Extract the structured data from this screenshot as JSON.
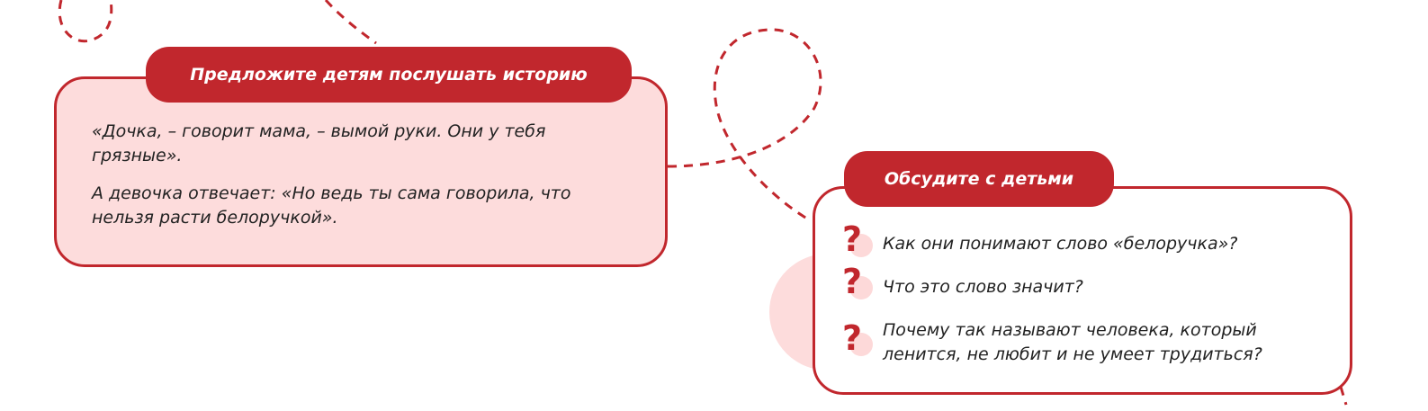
{
  "story": {
    "title": "Предложите детям послушать историю",
    "p1": "«Дочка, – говорит мама, – вымой руки. Они у тебя грязные».",
    "p2": "А девочка отвечает: «Но ведь ты сама говорила, что нельзя расти белоручкой»."
  },
  "discuss": {
    "title": "Обсудите с детьми",
    "questions": [
      "Как они понимают слово «белоручка»?",
      "Что это слово значит?",
      "Почему так называют человека, который ленится, не любит и не умеет трудиться?"
    ]
  },
  "colors": {
    "accent": "#c1272d",
    "pink": "#fddcdc"
  }
}
